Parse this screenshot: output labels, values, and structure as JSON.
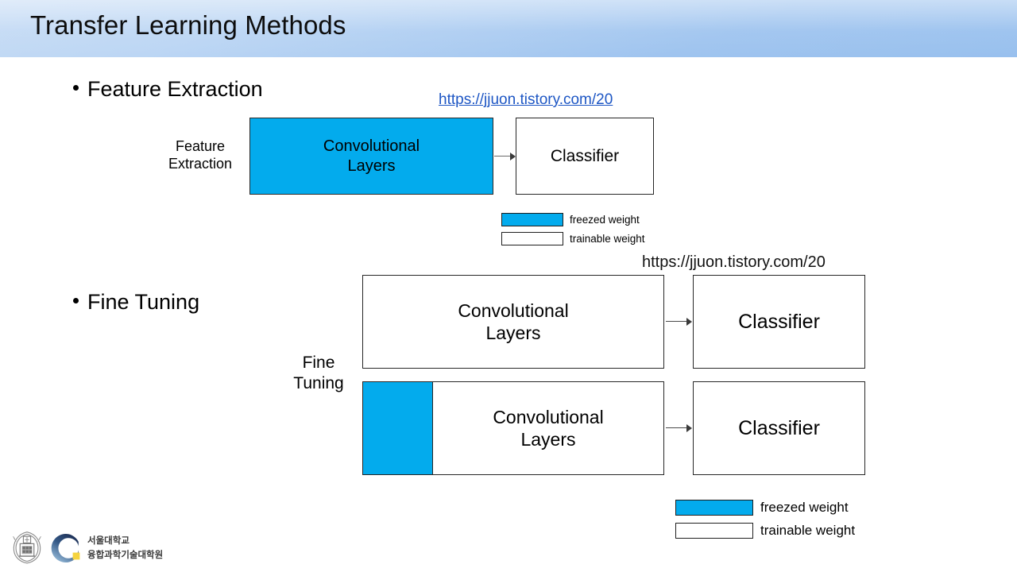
{
  "header": {
    "title": "Transfer Learning Methods",
    "gradient_from": "#c7dcf5",
    "gradient_to": "#98c0ee"
  },
  "colors": {
    "freezed_blue": "#03abed",
    "box_border": "#262626",
    "link_blue": "#1d56c4"
  },
  "sections": [
    {
      "bullet": "Feature Extraction",
      "side_label": "Feature\nExtraction",
      "url": "https://jjuon.tistory.com/20",
      "url_style": "link",
      "boxes": [
        {
          "label": "Convolutional\nLayers",
          "fill": "freezed"
        },
        {
          "label": "Classifier",
          "fill": "trainable"
        }
      ]
    },
    {
      "bullet": "Fine Tuning",
      "side_label": "Fine\nTuning",
      "url": "https://jjuon.tistory.com/20",
      "url_style": "plain",
      "rows": [
        {
          "conv_label": "Convolutional\nLayers",
          "conv_fill": "trainable",
          "frozen_fraction": 0,
          "classifier_label": "Classifier"
        },
        {
          "conv_label": "Convolutional\nLayers",
          "conv_fill": "partial",
          "frozen_fraction": 0.23,
          "classifier_label": "Classifier"
        }
      ]
    }
  ],
  "legends": {
    "top": [
      {
        "swatch": "freezed",
        "label": "freezed weight"
      },
      {
        "swatch": "trainable",
        "label": "trainable weight"
      }
    ],
    "bottom": [
      {
        "swatch": "freezed",
        "label": "freezed weight"
      },
      {
        "swatch": "trainable",
        "label": "trainable weight"
      }
    ]
  },
  "footer": {
    "org_line1": "서울대학교",
    "org_line2": "융합과학기술대학원",
    "emblem_name": "snu-emblem",
    "logo_name": "c-logo"
  }
}
